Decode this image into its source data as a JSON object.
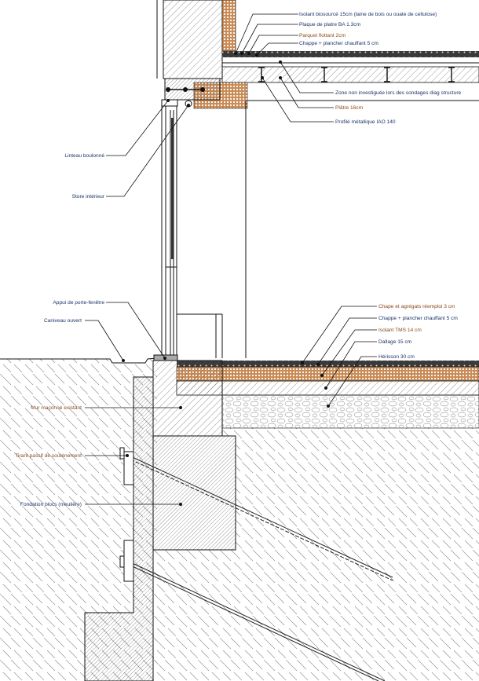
{
  "title": "Coupe technique - façade, plancher haut et fondation",
  "colors": {
    "label_navy": "#1c3468",
    "label_brown": "#8a4b1c",
    "insulation": "#c98a55",
    "screed": "#3a3a3a"
  },
  "labels": {
    "isolant_biosource": "Isolant biosourcé 15cm (laine de bois ou ouate de cellulose)",
    "plaque_platre": "Plaque de platre BA 1.3cm",
    "parquet": "Parquet flottant 2cm",
    "chappe_haut": "Chappe + plancher chauffant 5 cm",
    "zone_non_investiguee": "Zone non investiguée lors des sondages diag structure",
    "platre": "Plâtre 16cm",
    "profile": "Profilé métallique IAO 140",
    "linteau": "Linteau boulonné",
    "store": "Store intérieur",
    "appui": "Appui de porte-fenêtre",
    "caniveau": "Caniveau ouvert",
    "chape_agregats": "Chape et agrégats réemploi 3 cm",
    "chappe_bas": "Chappe + plancher chauffant 5 cm",
    "isolant_tms": "Isolant TMS 14 cm",
    "dallage": "Dallage 15 cm",
    "herisson": "Hérisson 30 cm",
    "mur": "Mur maçonné existant",
    "tirant": "Tirant passif de soutènement",
    "fondation": "Fondation blocs (meulière)"
  }
}
